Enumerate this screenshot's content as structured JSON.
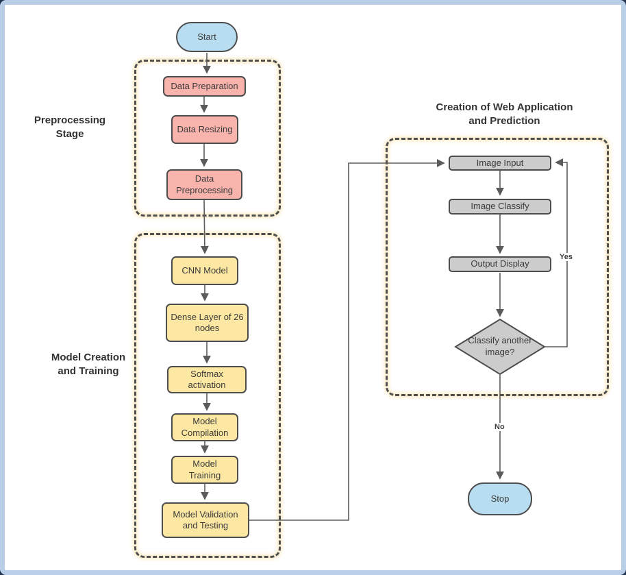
{
  "labels": {
    "preprocessing_stage": "Preprocessing Stage",
    "model_creation": "Model Creation and Training",
    "web_app_title": "Creation of Web Application and Prediction"
  },
  "nodes": {
    "start": "Start",
    "data_preparation": "Data Preparation",
    "data_resizing": "Data Resizing",
    "data_preprocessing": "Data Preprocessing",
    "cnn_model": "CNN Model",
    "dense_layer": "Dense Layer of 26 nodes",
    "softmax": "Softmax activation",
    "model_compilation": "Model Compilation",
    "model_training": "Model Training",
    "model_validation": "Model Validation and Testing",
    "image_input": "Image Input",
    "image_classify": "Image Classify",
    "output_display": "Output Display",
    "classify_decision": "Classify another image?",
    "stop": "Stop"
  },
  "edge_labels": {
    "yes": "Yes",
    "no": "No"
  },
  "colors": {
    "terminal_fill": "#b9ddf0",
    "preprocess_fill": "#f9b3ad",
    "model_fill": "#fce8a3",
    "webapp_fill": "#cccccc",
    "shape_border": "#4d4d4d",
    "connector": "#5b5b5b",
    "group_border": "#4f4f4f",
    "group_glow": "#fbe3ae",
    "frame_border": "#b9cfe8",
    "frame_corner": "#25354f"
  }
}
